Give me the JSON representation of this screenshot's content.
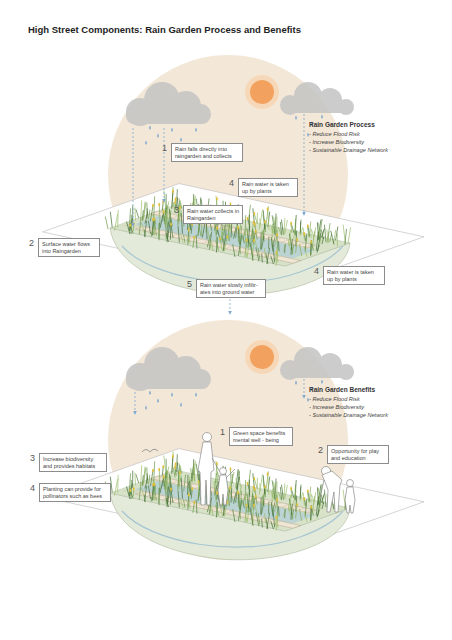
{
  "diagram": {
    "title": "High Street Components: Rain Garden Process and Benefits",
    "nodes": [
      {
        "text": [
          "1",
          "Rain falls directly into raingarden and collects"
        ]
      },
      {
        "text": [
          "4",
          "Rain water is taken up by plants"
        ]
      },
      {
        "text": [
          "2",
          "Surface water flows into Raingarden"
        ]
      },
      {
        "text": [
          "3",
          "Rain water collects in Raingarden"
        ]
      },
      {
        "text": [
          "4",
          "Rain water is taken up by plants"
        ]
      },
      {
        "text": [
          "5",
          "Rain water slowly infiltr- ates into ground water"
        ]
      },
      {
        "text": [
          "1",
          "Green space benefits mental well - being"
        ]
      },
      {
        "text": [
          "2",
          "Opportunity for play and education"
        ]
      },
      {
        "text": [
          "3",
          "Increase biodiversity and provides habitats"
        ]
      },
      {
        "text": [
          "4",
          "Planting can provide for pollinators such as bees"
        ]
      }
    ],
    "labels": [
      "Rain Garden Process",
      "- Reduce Flood Risk",
      "- Increase Biodiversity",
      "- Sustainable Drainage Network",
      "Rain Garden Benefits",
      "- Reduce Flood Risk",
      "- Increase Biodiversity",
      "- Sustainable Drainage Network"
    ]
  }
}
